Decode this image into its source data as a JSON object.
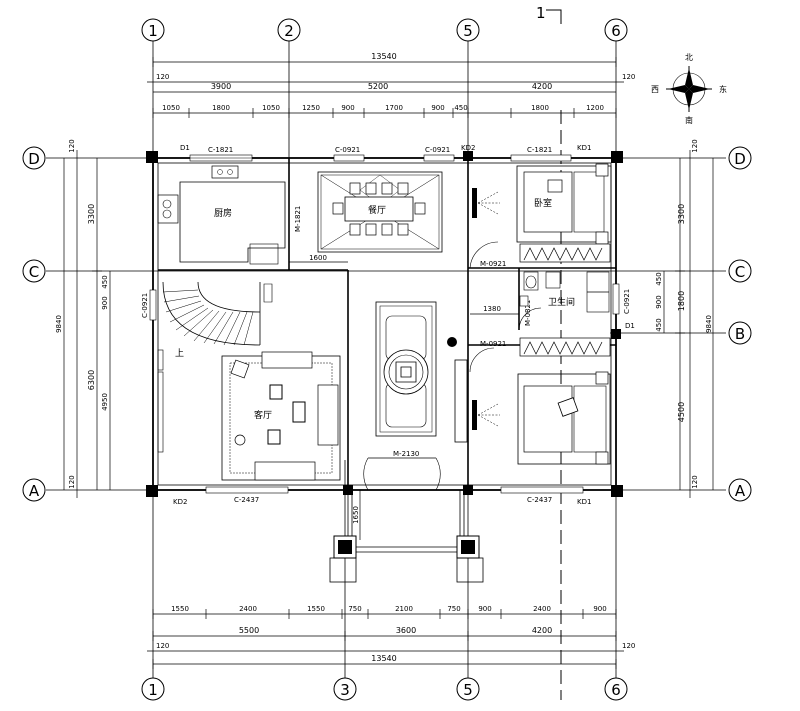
{
  "axes": {
    "vertical": [
      "1",
      "2",
      "5",
      "6"
    ],
    "vertical_bottom": [
      "1",
      "3",
      "5",
      "6"
    ],
    "horizontal": [
      "D",
      "C",
      "B",
      "A"
    ]
  },
  "section_mark": "1",
  "compass": {
    "north": "北",
    "south": "南",
    "east": "东",
    "west": "西"
  },
  "dims_top": {
    "overall": "13540",
    "edge_left": "120",
    "edge_right": "120",
    "spans": [
      "3900",
      "5200",
      "4200"
    ],
    "details": [
      "1050",
      "1800",
      "1050",
      "1250",
      "900",
      "1700",
      "900",
      "450",
      "1800",
      "1200"
    ]
  },
  "dims_bottom": {
    "details": [
      "1550",
      "2400",
      "1550",
      "750",
      "2100",
      "750",
      "900",
      "2400",
      "900"
    ],
    "spans": [
      "5500",
      "3600",
      "4200"
    ],
    "edge_left": "120",
    "edge_right": "120",
    "overall": "13540"
  },
  "dims_left": {
    "overall": "9840",
    "spans": [
      "3300",
      "6300"
    ],
    "edge_top": "120",
    "edge_bottom": "120",
    "details": [
      "450",
      "900",
      "4950"
    ]
  },
  "dims_right": {
    "overall": "9840",
    "spans": [
      "3300",
      "1800",
      "4500"
    ],
    "edge_top": "120",
    "edge_bottom": "120",
    "details": [
      "450",
      "900",
      "450"
    ]
  },
  "dims_inner": {
    "corridor": "1600",
    "wc_width": "1380",
    "porch": "1650"
  },
  "openings": {
    "window_kitchen": "C-1821",
    "window_dining_1": "C-0921",
    "window_dining_2": "C-0921",
    "window_bed1": "C-1821",
    "window_living": "C-2437",
    "window_bed2": "C-2437",
    "window_stair": "C-0921",
    "window_wc": "C-0921",
    "door_kitchen": "M-1821",
    "door_bed1": "M-0921",
    "door_bed2": "M-0921",
    "door_wc": "M-0821",
    "door_main": "M-2130",
    "tag_d1_a": "D1",
    "tag_d1_b": "D1",
    "tag_kd1_a": "KD1",
    "tag_kd1_b": "KD1",
    "tag_kd2_a": "KD2",
    "tag_kd2_b": "KD2"
  },
  "rooms": {
    "kitchen": "厨房",
    "dining": "餐厅",
    "living": "客厅",
    "bedroom1": "卧室",
    "wc": "卫生间",
    "stair_up": "上"
  }
}
